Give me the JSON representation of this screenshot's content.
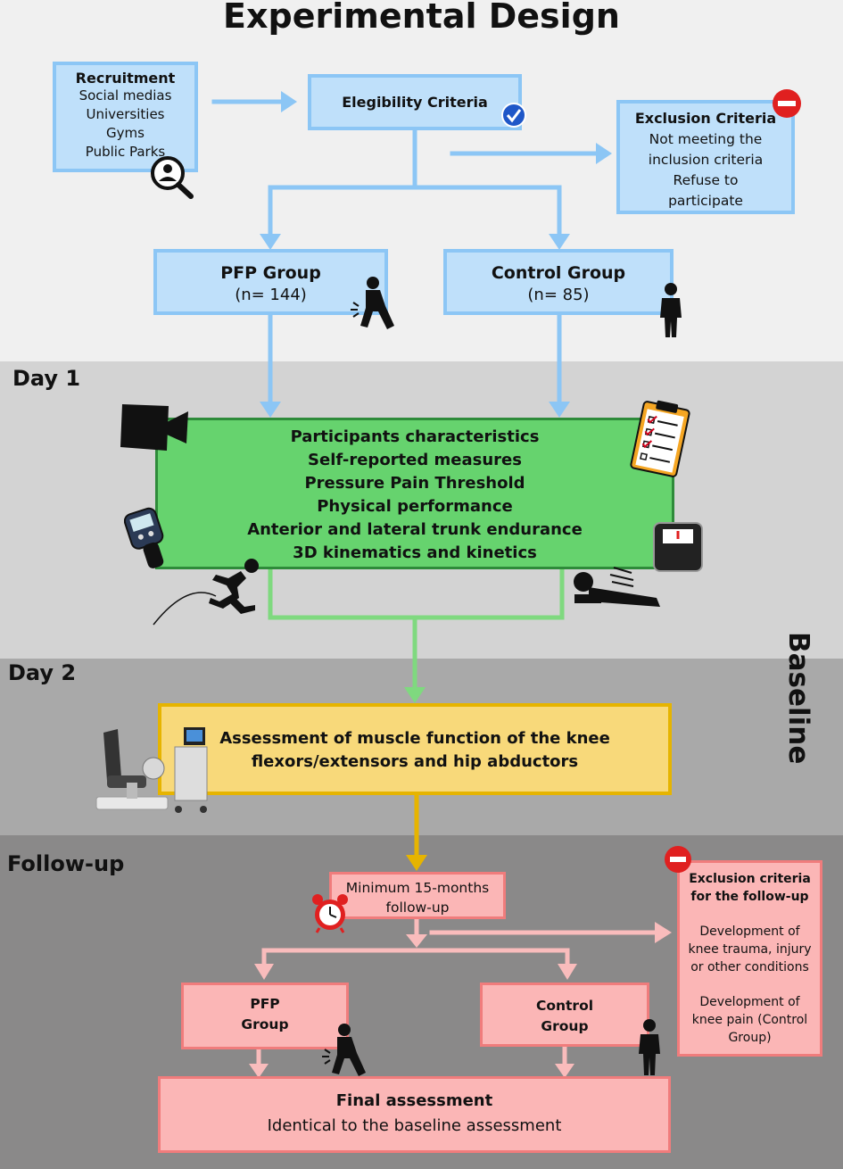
{
  "title": "Experimental Design",
  "sections": {
    "day1": "Day 1",
    "day2": "Day 2",
    "followup": "Follow-up",
    "baseline": "Baseline"
  },
  "recruitment": {
    "heading": "Recruitment",
    "items": [
      "Social medias",
      "Universities",
      "Gyms",
      "Public Parks"
    ]
  },
  "eligibility": {
    "label": "Elegibility Criteria"
  },
  "exclusion": {
    "heading": "Exclusion Criteria",
    "lines": [
      "Not meeting the",
      "inclusion criteria",
      "Refuse to",
      "participate"
    ]
  },
  "pfp_group": {
    "label": "PFP Group",
    "n": "(n= 144)"
  },
  "control_group": {
    "label": "Control Group",
    "n": "(n= 85)"
  },
  "day1_box": {
    "items": [
      "Participants characteristics",
      "Self-reported measures",
      "Pressure Pain Threshold",
      "Physical performance",
      "Anterior and lateral trunk endurance",
      "3D kinematics and kinetics"
    ]
  },
  "day2_box": {
    "lines": [
      "Assessment of muscle function of the knee",
      "flexors/extensors and hip abductors"
    ]
  },
  "followup_box": {
    "lines": [
      "Minimum 15-months",
      "follow-up"
    ]
  },
  "followup_exclusion": {
    "heading_lines": [
      "Exclusion criteria",
      "for the follow-up"
    ],
    "lines_a": [
      "Development  of",
      "knee trauma, injury",
      "or other conditions"
    ],
    "lines_b": [
      "Development of",
      "knee pain (Control",
      "Group)"
    ]
  },
  "followup_pfp": {
    "lines": [
      "PFP",
      "Group"
    ]
  },
  "followup_control": {
    "lines": [
      "Control",
      "Group"
    ]
  },
  "final": {
    "heading": "Final assessment",
    "sub": "Identical to the baseline assessment"
  },
  "colors": {
    "blue_fill": "#bfe0fa",
    "blue_arrow": "#8cc6f5",
    "green_fill": "#66d36e",
    "green_arrow": "#7fd97f",
    "yellow_fill": "#f8d97a",
    "yellow_arrow": "#e6b400",
    "pink_fill": "#fbb6b6",
    "pink_arrow": "#f9bcbc",
    "exclusion_red": "#e02020"
  },
  "icons": [
    "search-icon",
    "checkmark-icon",
    "no-entry-icon",
    "knee-pain-person-icon",
    "standing-person-icon",
    "video-camera-icon",
    "clipboard-checklist-icon",
    "algometer-icon",
    "scale-icon",
    "jumping-person-icon",
    "plank-person-icon",
    "dynamometer-chair-icon",
    "alarm-clock-icon"
  ]
}
